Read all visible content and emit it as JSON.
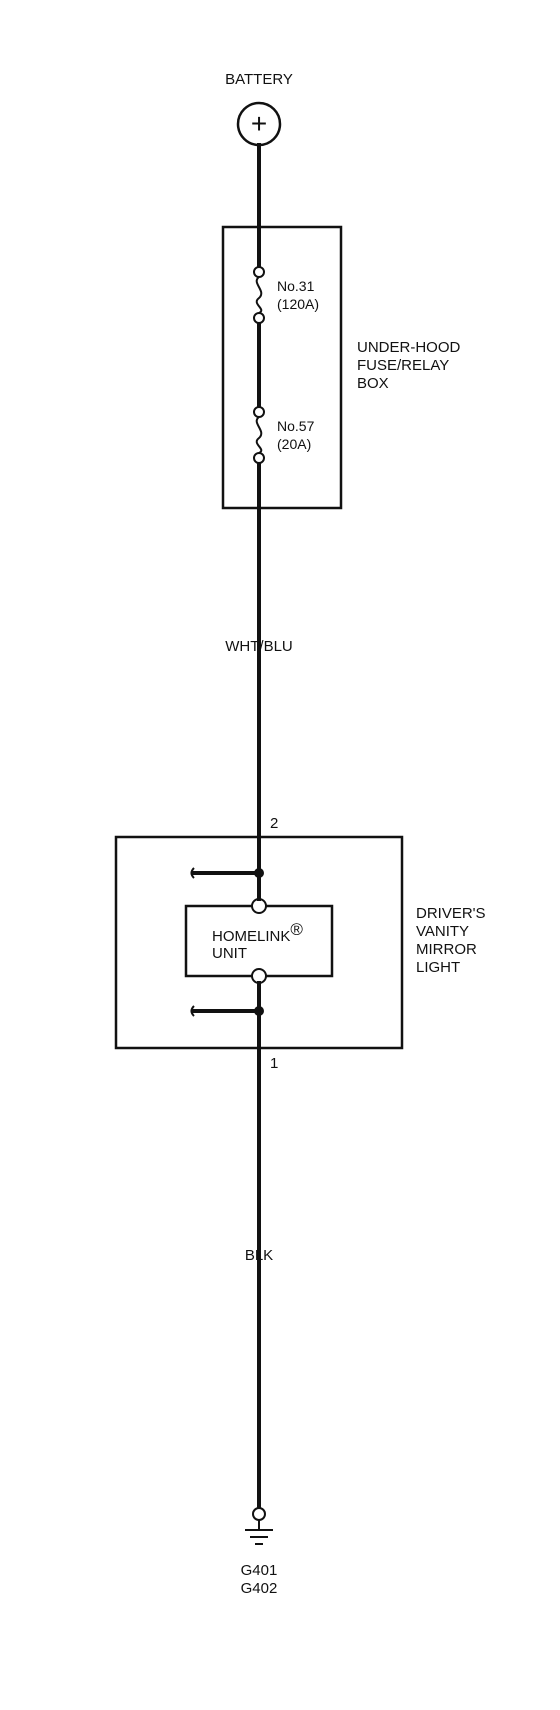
{
  "battery": {
    "label": "BATTERY",
    "symbol": "+"
  },
  "fuse_box": {
    "label_lines": [
      "UNDER-HOOD",
      "FUSE/RELAY",
      "BOX"
    ],
    "fuses": [
      {
        "number": "No.31",
        "rating": "(120A)"
      },
      {
        "number": "No.57",
        "rating": "(20A)"
      }
    ]
  },
  "wires": {
    "upper_color": "WHT/BLU",
    "lower_color": "BLK"
  },
  "mirror_light": {
    "label_lines": [
      "DRIVER'S",
      "VANITY",
      "MIRROR",
      "LIGHT"
    ],
    "pin_top": "2",
    "pin_bottom": "1",
    "unit": {
      "name": "HOMELINK",
      "mark": "®",
      "line2": "UNIT"
    }
  },
  "ground": {
    "labels": [
      "G401",
      "G402"
    ]
  }
}
